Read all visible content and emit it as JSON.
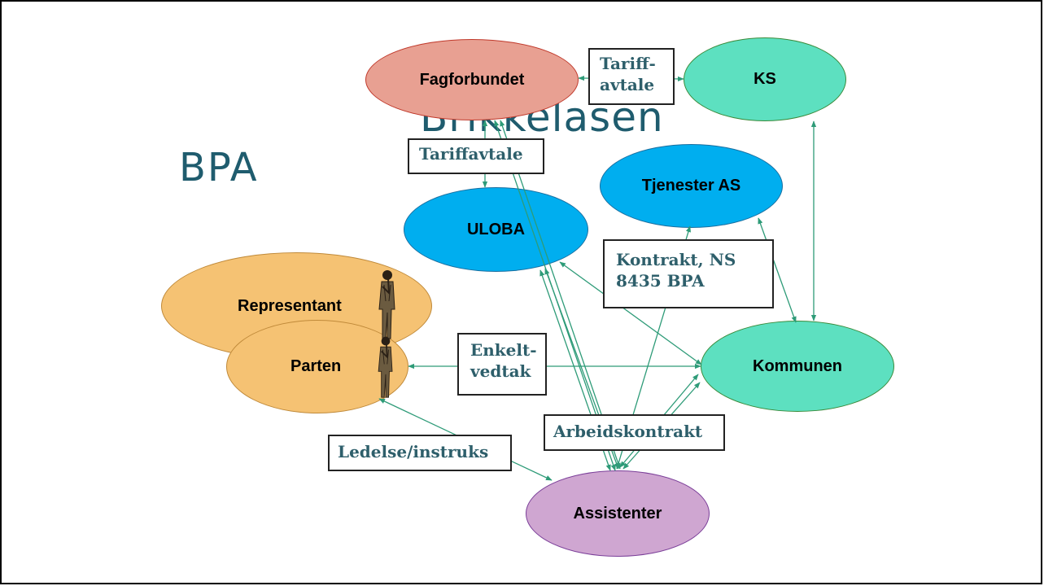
{
  "slide": {
    "title": "Brikkelasen",
    "subtitle": "BPA"
  },
  "nodes": {
    "fagforbundet": "Fagforbundet",
    "ks": "KS",
    "tjenester_as": "Tjenester AS",
    "uloba": "ULOBA",
    "representant": "Representant",
    "parten": "Parten",
    "kommunen": "Kommunen",
    "assistenter": "Assistenter"
  },
  "edge_labels": {
    "tariff_1": "Tariff-",
    "tariff_2": "avtale",
    "tariffavtale": "Tariffavtale",
    "kontrakt_1": "Kontrakt, NS",
    "kontrakt_2": "8435 BPA",
    "enkelt_1": "Enkelt-",
    "enkelt_2": "vedtak",
    "arbeidskontrakt": "Arbeidskontrakt",
    "ledelse": "Ledelse/instruks"
  },
  "colors": {
    "fagforbundet": "#e8a092",
    "ks": "#5de0c0",
    "kommunen": "#5de0c0",
    "tjenester_as": "#00aeef",
    "uloba": "#00aeef",
    "representant": "#f5c273",
    "parten": "#f5c273",
    "assistenter": "#cfa6d1",
    "edge": "#2e9b78",
    "heading": "#1f5c6e"
  }
}
